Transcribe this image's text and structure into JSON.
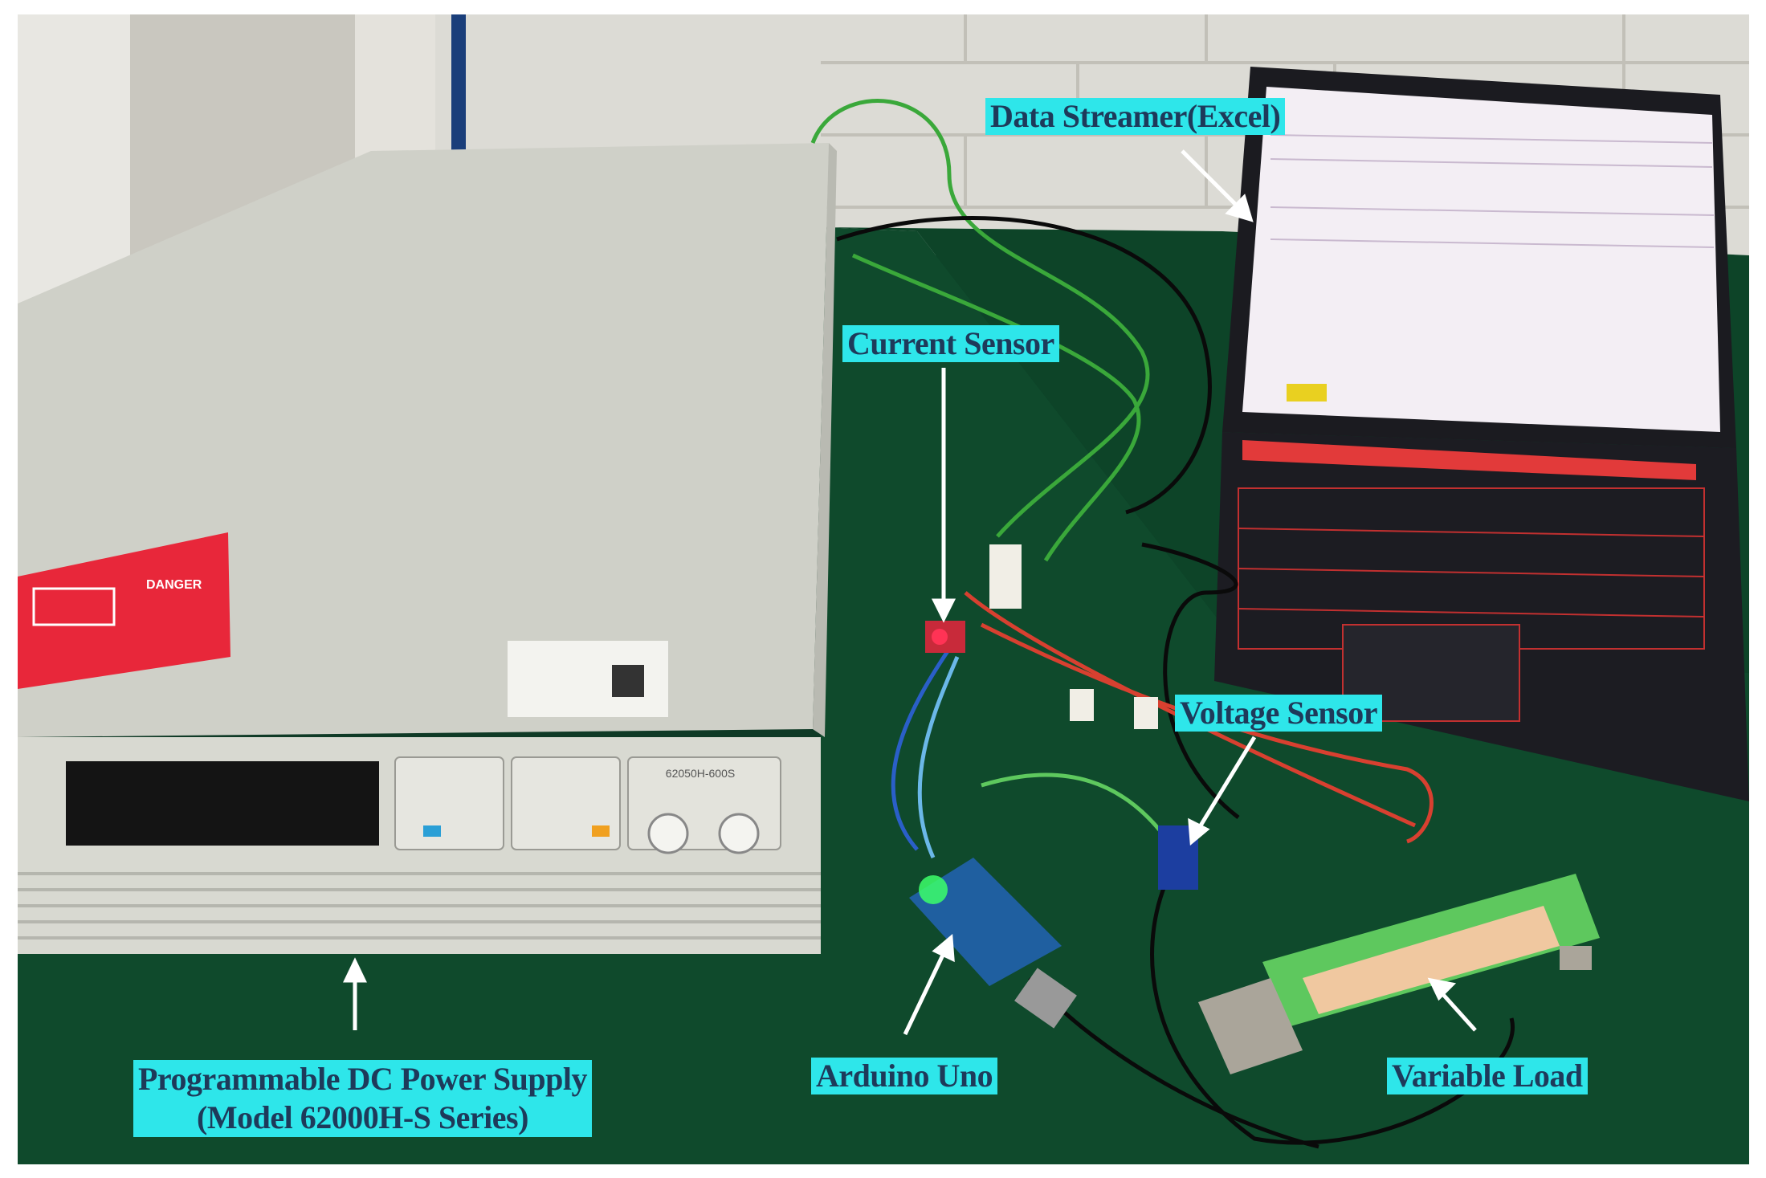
{
  "figure": {
    "labels": {
      "data_streamer": "Data Streamer(Excel)",
      "current_sensor": "Current Sensor",
      "voltage_sensor": "Voltage Sensor",
      "power_supply_line1": "Programmable DC Power Supply",
      "power_supply_line2": "(Model 62000H-S Series)",
      "arduino": "Arduino Uno",
      "variable_load": "Variable Load"
    },
    "device_text": {
      "danger": "DANGER",
      "model_number": "62050H-600S"
    },
    "colors": {
      "label_bg": "#2ee6ea",
      "label_text": "#1e3a5a",
      "table_green": "#0f4a2c",
      "wall": "#d8d6d0",
      "power_supply_body": "#cfd0c8",
      "danger_sticker": "#e8273a",
      "laptop_body": "#1c1c22",
      "laptop_accent": "#e23a3a"
    }
  }
}
